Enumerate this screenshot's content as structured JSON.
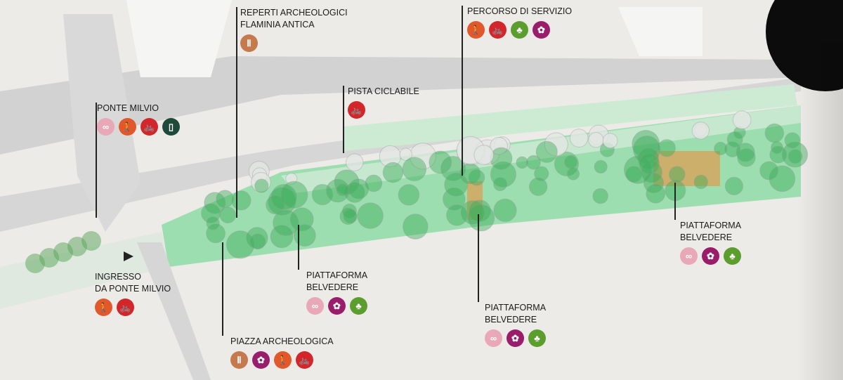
{
  "colors": {
    "binoculars": "#e9a8b7",
    "walk": "#e1582a",
    "bike": "#d3262b",
    "drink": "#1d4a3b",
    "tree": "#5c9e2e",
    "flower": "#9a1d6c",
    "column": "#c47a4c",
    "park": "#7fd39a",
    "road": "#cfcfcf"
  },
  "icon_glyphs": {
    "binoculars": "∞",
    "walk": "🚶",
    "bike": "🚲",
    "drink": "▯",
    "tree": "♣",
    "flower": "✿",
    "column": "Ⅱ"
  },
  "labels": [
    {
      "id": "ponte-milvio",
      "lines": [
        "Ponte Milvio"
      ],
      "icons": [
        "binoculars",
        "walk",
        "bike",
        "drink"
      ]
    },
    {
      "id": "reperti",
      "lines": [
        "Reperti archeologici",
        "Flaminia antica"
      ],
      "icons": [
        "column"
      ]
    },
    {
      "id": "percorso",
      "lines": [
        "Percorso di servizio"
      ],
      "icons": [
        "walk",
        "bike",
        "tree",
        "flower"
      ]
    },
    {
      "id": "pista",
      "lines": [
        "Pista ciclabile"
      ],
      "icons": [
        "bike"
      ]
    },
    {
      "id": "ingresso",
      "lines": [
        "Ingresso",
        "da Ponte Milvio"
      ],
      "icons": [
        "walk",
        "bike"
      ]
    },
    {
      "id": "belvedere-1",
      "lines": [
        "Piattaforma",
        "Belvedere"
      ],
      "icons": [
        "binoculars",
        "flower",
        "tree"
      ]
    },
    {
      "id": "piazza",
      "lines": [
        "Piazza archeologica"
      ],
      "icons": [
        "column",
        "flower",
        "walk",
        "bike"
      ]
    },
    {
      "id": "belvedere-2",
      "lines": [
        "Piattaforma",
        "Belvedere"
      ],
      "icons": [
        "binoculars",
        "flower",
        "tree"
      ]
    },
    {
      "id": "belvedere-3",
      "lines": [
        "Piattaforma",
        "Belvedere"
      ],
      "icons": [
        "binoculars",
        "flower",
        "tree"
      ]
    }
  ]
}
